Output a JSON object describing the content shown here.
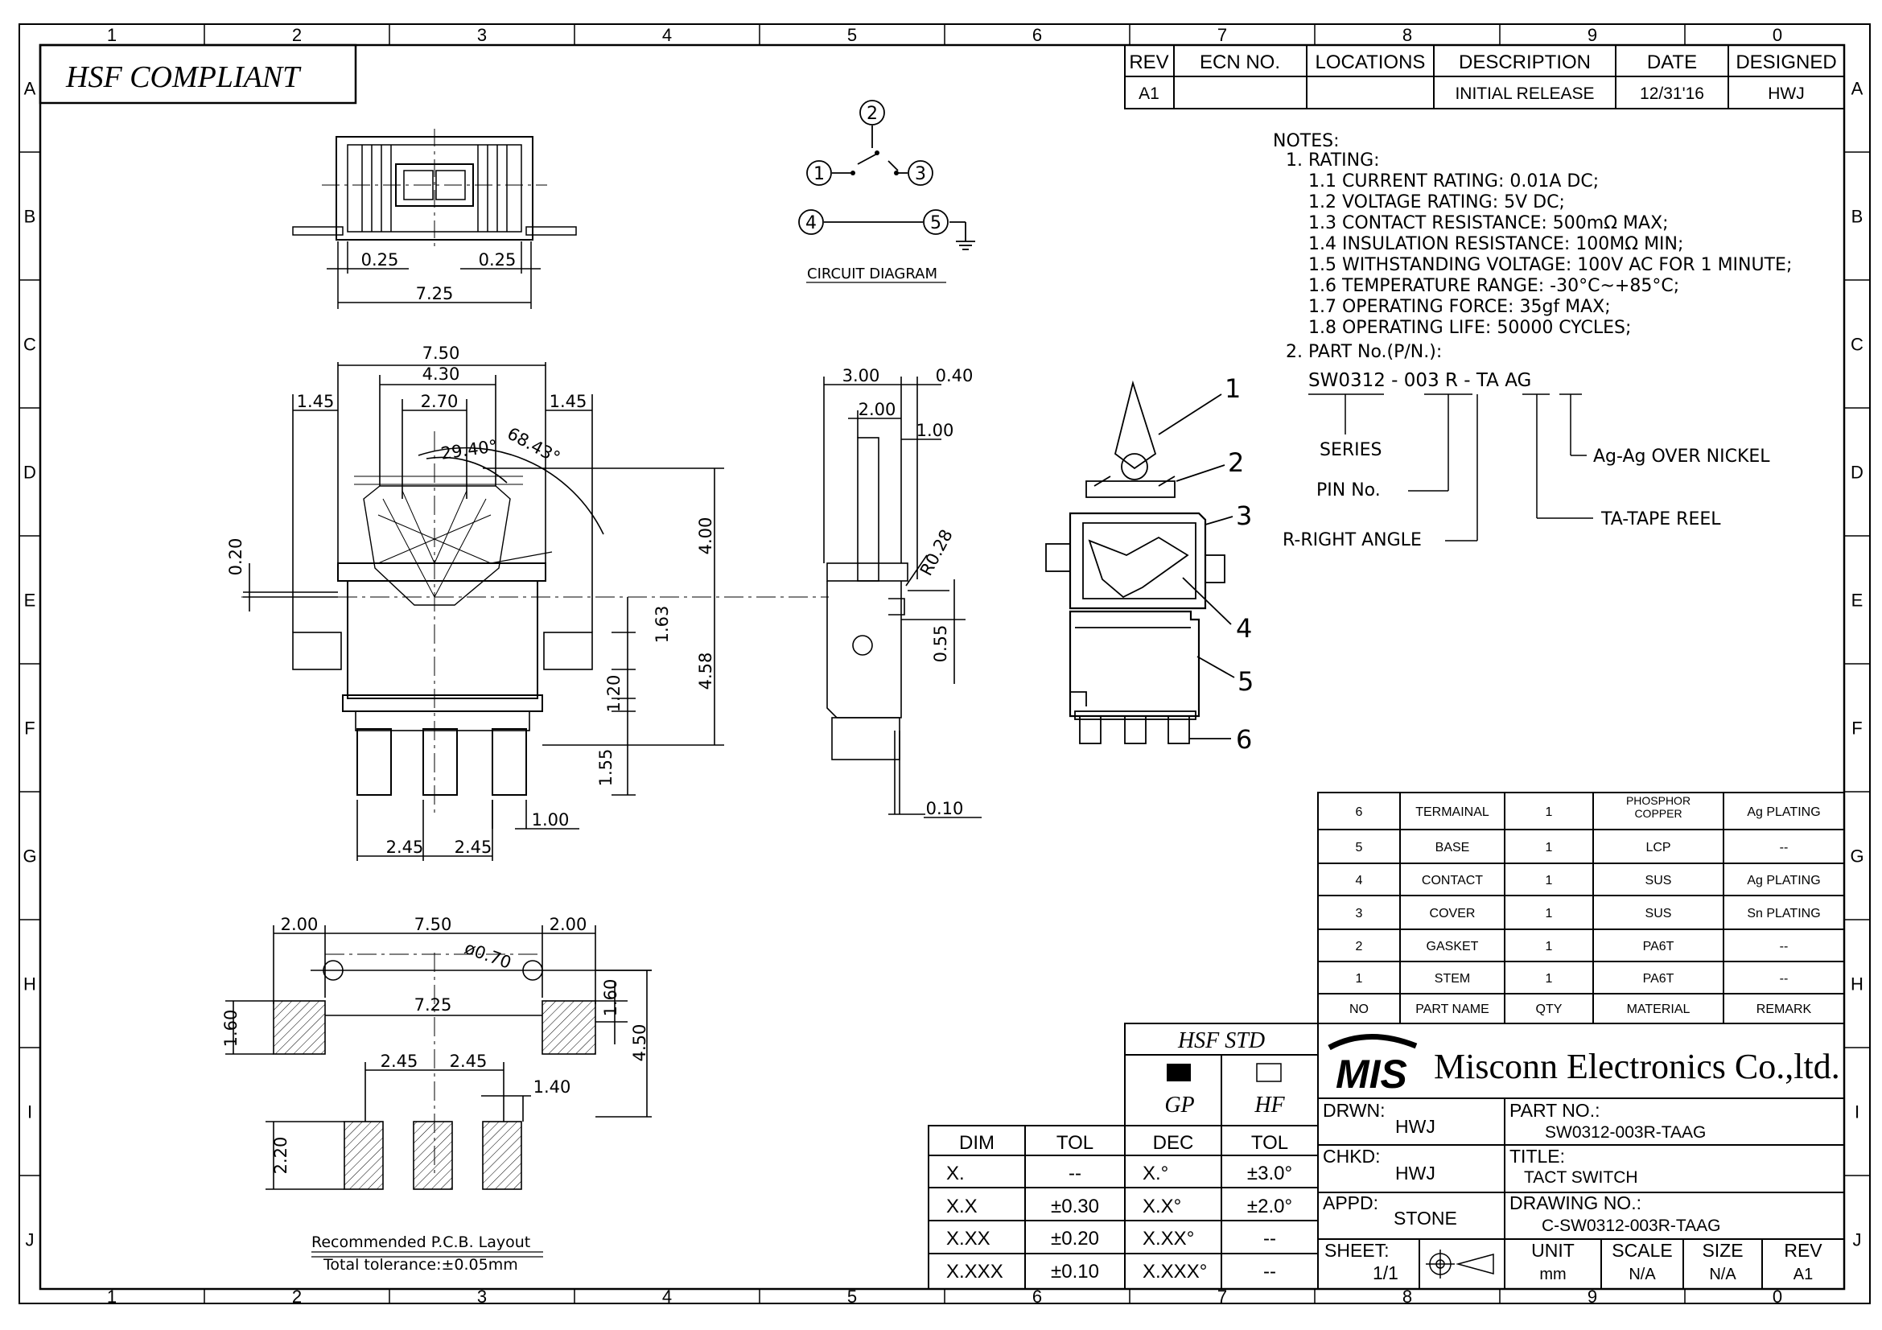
{
  "hsf_compliant": "HSF COMPLIANT",
  "zones": {
    "cols_top": [
      "1",
      "2",
      "3",
      "4",
      "5",
      "6",
      "7",
      "8",
      "9",
      "0"
    ],
    "cols_bottom": [
      "1",
      "2",
      "3",
      "4",
      "5",
      "6",
      "7",
      "8",
      "9",
      "0"
    ],
    "rows": [
      "A",
      "B",
      "C",
      "D",
      "E",
      "F",
      "G",
      "H",
      "I",
      "J"
    ]
  },
  "revision": {
    "headers": [
      "REV",
      "ECN NO.",
      "LOCATIONS",
      "DESCRIPTION",
      "DATE",
      "DESIGNED"
    ],
    "row": [
      "A1",
      "",
      "",
      "INITIAL RELEASE",
      "12/31'16",
      "HWJ"
    ]
  },
  "circuit": {
    "pins": [
      "1",
      "2",
      "3",
      "4",
      "5"
    ],
    "caption": "CIRCUIT DIAGRAM"
  },
  "notes": {
    "heading": "NOTES:",
    "rating_heading": "1. RATING:",
    "rating_items": [
      "1.1 CURRENT RATING: 0.01A DC;",
      "1.2 VOLTAGE RATING: 5V DC;",
      "1.3 CONTACT RESISTANCE: 500mΩ MAX;",
      "1.4 INSULATION RESISTANCE: 100MΩ MIN;",
      "1.5 WITHSTANDING VOLTAGE: 100V AC FOR 1 MINUTE;",
      "1.6 TEMPERATURE RANGE: -30°C~+85°C;",
      "1.7 OPERATING FORCE: 35gf MAX;",
      "1.8 OPERATING LIFE: 50000 CYCLES;"
    ],
    "part_heading": "2. PART No.(P/N.):"
  },
  "part_number": {
    "code": "SW0312 - 003 R - TA AG",
    "labels": {
      "series": "SERIES",
      "pin_no": "PIN No.",
      "right_angle": "R-RIGHT ANGLE",
      "tape_reel": "TA-TAPE REEL",
      "plating": "Ag-Ag OVER NICKEL"
    }
  },
  "dims": {
    "top_view": [
      "0.25",
      "0.25",
      "7.25"
    ],
    "front_view": [
      "7.50",
      "4.30",
      "2.70",
      "1.45",
      "1.45",
      "29.40°",
      "68.43°",
      "0.20",
      "4.00",
      "1.63",
      "4.58",
      "1.20",
      "1.55",
      "1.00",
      "2.45",
      "2.45"
    ],
    "side_view": [
      "3.00",
      "0.40",
      "2.00",
      "1.00",
      "R0.28",
      "0.55",
      "0.10"
    ],
    "pcb": [
      "2.00",
      "7.50",
      "2.00",
      "ø0.70",
      "7.25",
      "1.60",
      "1.60",
      "4.50",
      "2.45",
      "2.45",
      "1.40",
      "2.20"
    ]
  },
  "pcb_caption": {
    "title": "Recommended P.C.B. Layout",
    "tolerance": "Total tolerance:±0.05mm"
  },
  "callouts": [
    "1",
    "2",
    "3",
    "4",
    "5",
    "6"
  ],
  "bom": {
    "rows": [
      [
        "6",
        "TERMAINAL",
        "1",
        "PHOSPHOR|COPPER",
        "Ag PLATING"
      ],
      [
        "5",
        "BASE",
        "1",
        "LCP",
        "--"
      ],
      [
        "4",
        "CONTACT",
        "1",
        "SUS",
        "Ag PLATING"
      ],
      [
        "3",
        "COVER",
        "1",
        "SUS",
        "Sn PLATING"
      ],
      [
        "2",
        "GASKET",
        "1",
        "PA6T",
        "--"
      ],
      [
        "1",
        "STEM",
        "1",
        "PA6T",
        "--"
      ]
    ],
    "headers": [
      "NO",
      "PART NAME",
      "QTY",
      "MATERIAL",
      "REMARK"
    ]
  },
  "hsf_std": {
    "title": "HSF STD",
    "gp": "GP",
    "hf": "HF"
  },
  "tolerance": {
    "headers": [
      "DIM",
      "TOL",
      "DEC",
      "TOL"
    ],
    "rows": [
      [
        "X.",
        "--",
        "X.°",
        "±3.0°"
      ],
      [
        "X.X",
        "±0.30",
        "X.X°",
        "±2.0°"
      ],
      [
        "X.XX",
        "±0.20",
        "X.XX°",
        "--"
      ],
      [
        "X.XXX",
        "±0.10",
        "X.XXX°",
        "--"
      ]
    ]
  },
  "title_block": {
    "logo": "MIS",
    "company": "Misconn Electronics Co.,ltd.",
    "drwn_label": "DRWN:",
    "drwn": "HWJ",
    "chkd_label": "CHKD:",
    "chkd": "HWJ",
    "appd_label": "APPD:",
    "appd": "STONE",
    "sheet_label": "SHEET:",
    "sheet": "1/1",
    "part_no_label": "PART NO.:",
    "part_no": "SW0312-003R-TAAG",
    "title_label": "TITLE:",
    "title": "TACT SWITCH",
    "drawing_no_label": "DRAWING NO.:",
    "drawing_no": "C-SW0312-003R-TAAG",
    "unit_label": "UNIT",
    "unit": "mm",
    "scale_label": "SCALE",
    "scale": "N/A",
    "size_label": "SIZE",
    "size": "N/A",
    "rev_label": "REV",
    "rev": "A1"
  }
}
